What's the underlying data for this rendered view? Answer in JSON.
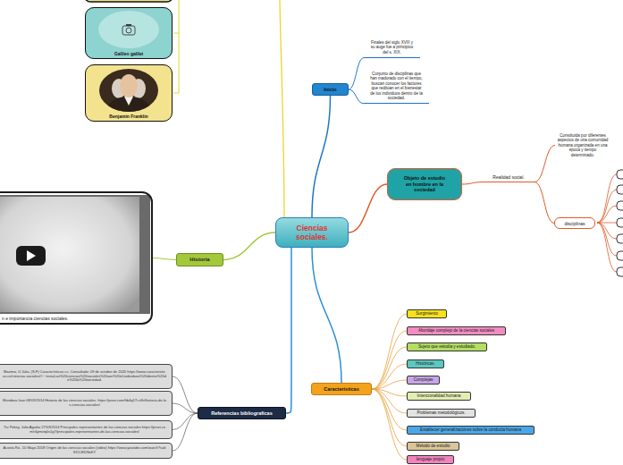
{
  "diagram": {
    "nodes": [
      {
        "text": [
          "Ciencias sociales."
        ]
      },
      {
        "text": [
          "Inicio"
        ]
      },
      {
        "text": [
          "Finales del siglo XVIII y su auge fue a principios del s. XIX."
        ]
      },
      {
        "text": [
          "Conjunto de disciplinas que han madurado con el tiempo, buscan conocer los factores que reditúan en el bienestar de los individuos dentro de la sociedad."
        ]
      },
      {
        "text": [
          "Objeto de estudio en hombre en la sociedad"
        ]
      },
      {
        "text": [
          "Realidad social."
        ]
      },
      {
        "text": [
          "Constituida por diferentes aspectos de una comunidad humana organizada en una época y tiempo determinado."
        ]
      },
      {
        "text": [
          "disciplinas"
        ]
      },
      {
        "text": [
          "Características"
        ]
      },
      {
        "text": [
          "Surgimiento"
        ]
      },
      {
        "text": [
          "Abordaje complejo de la ciencias sociales"
        ]
      },
      {
        "text": [
          "Sujeto que estudia y estudiado."
        ]
      },
      {
        "text": [
          "Históricas."
        ]
      },
      {
        "text": [
          "Complejas"
        ]
      },
      {
        "text": [
          "Intencionalidad humana"
        ]
      },
      {
        "text": [
          "Problemas metodológicos."
        ]
      },
      {
        "text": [
          "Establecer generalizaciones sobre la conducta humana"
        ]
      },
      {
        "text": [
          "Método de estudio"
        ]
      },
      {
        "text": [
          "lenguaje propio"
        ]
      },
      {
        "text": [
          "Historia"
        ]
      },
      {
        "text": [
          "n e importancia ciencias sociales."
        ]
      },
      {
        "text": [
          "Galileo galilei"
        ]
      },
      {
        "text": [
          "Benjamin Franklin"
        ]
      },
      {
        "text": [
          "Referencias bibliograficas"
        ]
      },
      {
        "text": [
          "Mazimo, U Julia. (S.F) Características cs. Consultado: 09 de octubre de 2020 https://www.caracteristicas.co/ciencias-sociales/#:~:text=Las%20ciencias%20sociales%20son%20el,individuos%20dentro%20de%20la%20sociedad."
        ]
      },
      {
        "text": [
          "Mendoza Ivan 08/09/2014 Historia de las ciencias sociales. https://prezi.com/hb4q17i-nfhi/historia-de-las-ciencias-sociales/"
        ]
      },
      {
        "text": [
          "Tiu Pokey, Julio Aguilar 27/03/2014 Principales representantes de las ciencias sociales https://prezi.com/r4ymvtq0s1g7/principales-representantes-de-las-ciencias-sociales/"
        ]
      },
      {
        "text": [
          "Acosta Ric. 10 Mayo 2018 Origen de las ciencias sociales (video) https://www.youtube.com/watch?v=bSX1JKDNxKY"
        ]
      }
    ],
    "edges": [
      {
        "from": 0,
        "to": 1,
        "arrow": "none"
      },
      {
        "from": 1,
        "to": 2,
        "arrow": "none"
      },
      {
        "from": 1,
        "to": 3,
        "arrow": "none"
      },
      {
        "from": 0,
        "to": 4,
        "arrow": "none"
      },
      {
        "from": 4,
        "to": 5,
        "arrow": "none"
      },
      {
        "from": 5,
        "to": 6,
        "arrow": "none"
      },
      {
        "from": 5,
        "to": 7,
        "arrow": "none"
      },
      {
        "from": 0,
        "to": 8,
        "arrow": "none"
      },
      {
        "from": 8,
        "to": 9,
        "arrow": "none"
      },
      {
        "from": 8,
        "to": 10,
        "arrow": "none"
      },
      {
        "from": 8,
        "to": 11,
        "arrow": "none"
      },
      {
        "from": 8,
        "to": 12,
        "arrow": "none"
      },
      {
        "from": 8,
        "to": 13,
        "arrow": "none"
      },
      {
        "from": 8,
        "to": 14,
        "arrow": "none"
      },
      {
        "from": 8,
        "to": 15,
        "arrow": "none"
      },
      {
        "from": 8,
        "to": 16,
        "arrow": "none"
      },
      {
        "from": 8,
        "to": 17,
        "arrow": "none"
      },
      {
        "from": 8,
        "to": 18,
        "arrow": "none"
      },
      {
        "from": 0,
        "to": 19,
        "arrow": "none"
      },
      {
        "from": 19,
        "to": 20,
        "arrow": "none"
      },
      {
        "from": 0,
        "to": 23,
        "arrow": "none"
      },
      {
        "from": 23,
        "to": 24,
        "arrow": "none"
      },
      {
        "from": 23,
        "to": 25,
        "arrow": "none"
      },
      {
        "from": 23,
        "to": 26,
        "arrow": "none"
      },
      {
        "from": 23,
        "to": 27,
        "arrow": "none"
      }
    ]
  }
}
